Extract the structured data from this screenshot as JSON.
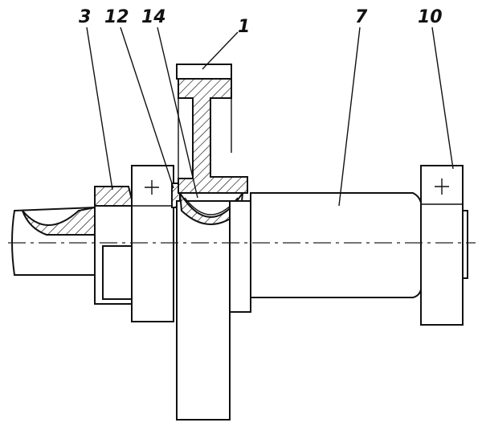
{
  "labels": {
    "part_3": "3",
    "part_12": "12",
    "part_14": "14",
    "part_1": "1",
    "part_7": "7",
    "part_10": "10"
  }
}
